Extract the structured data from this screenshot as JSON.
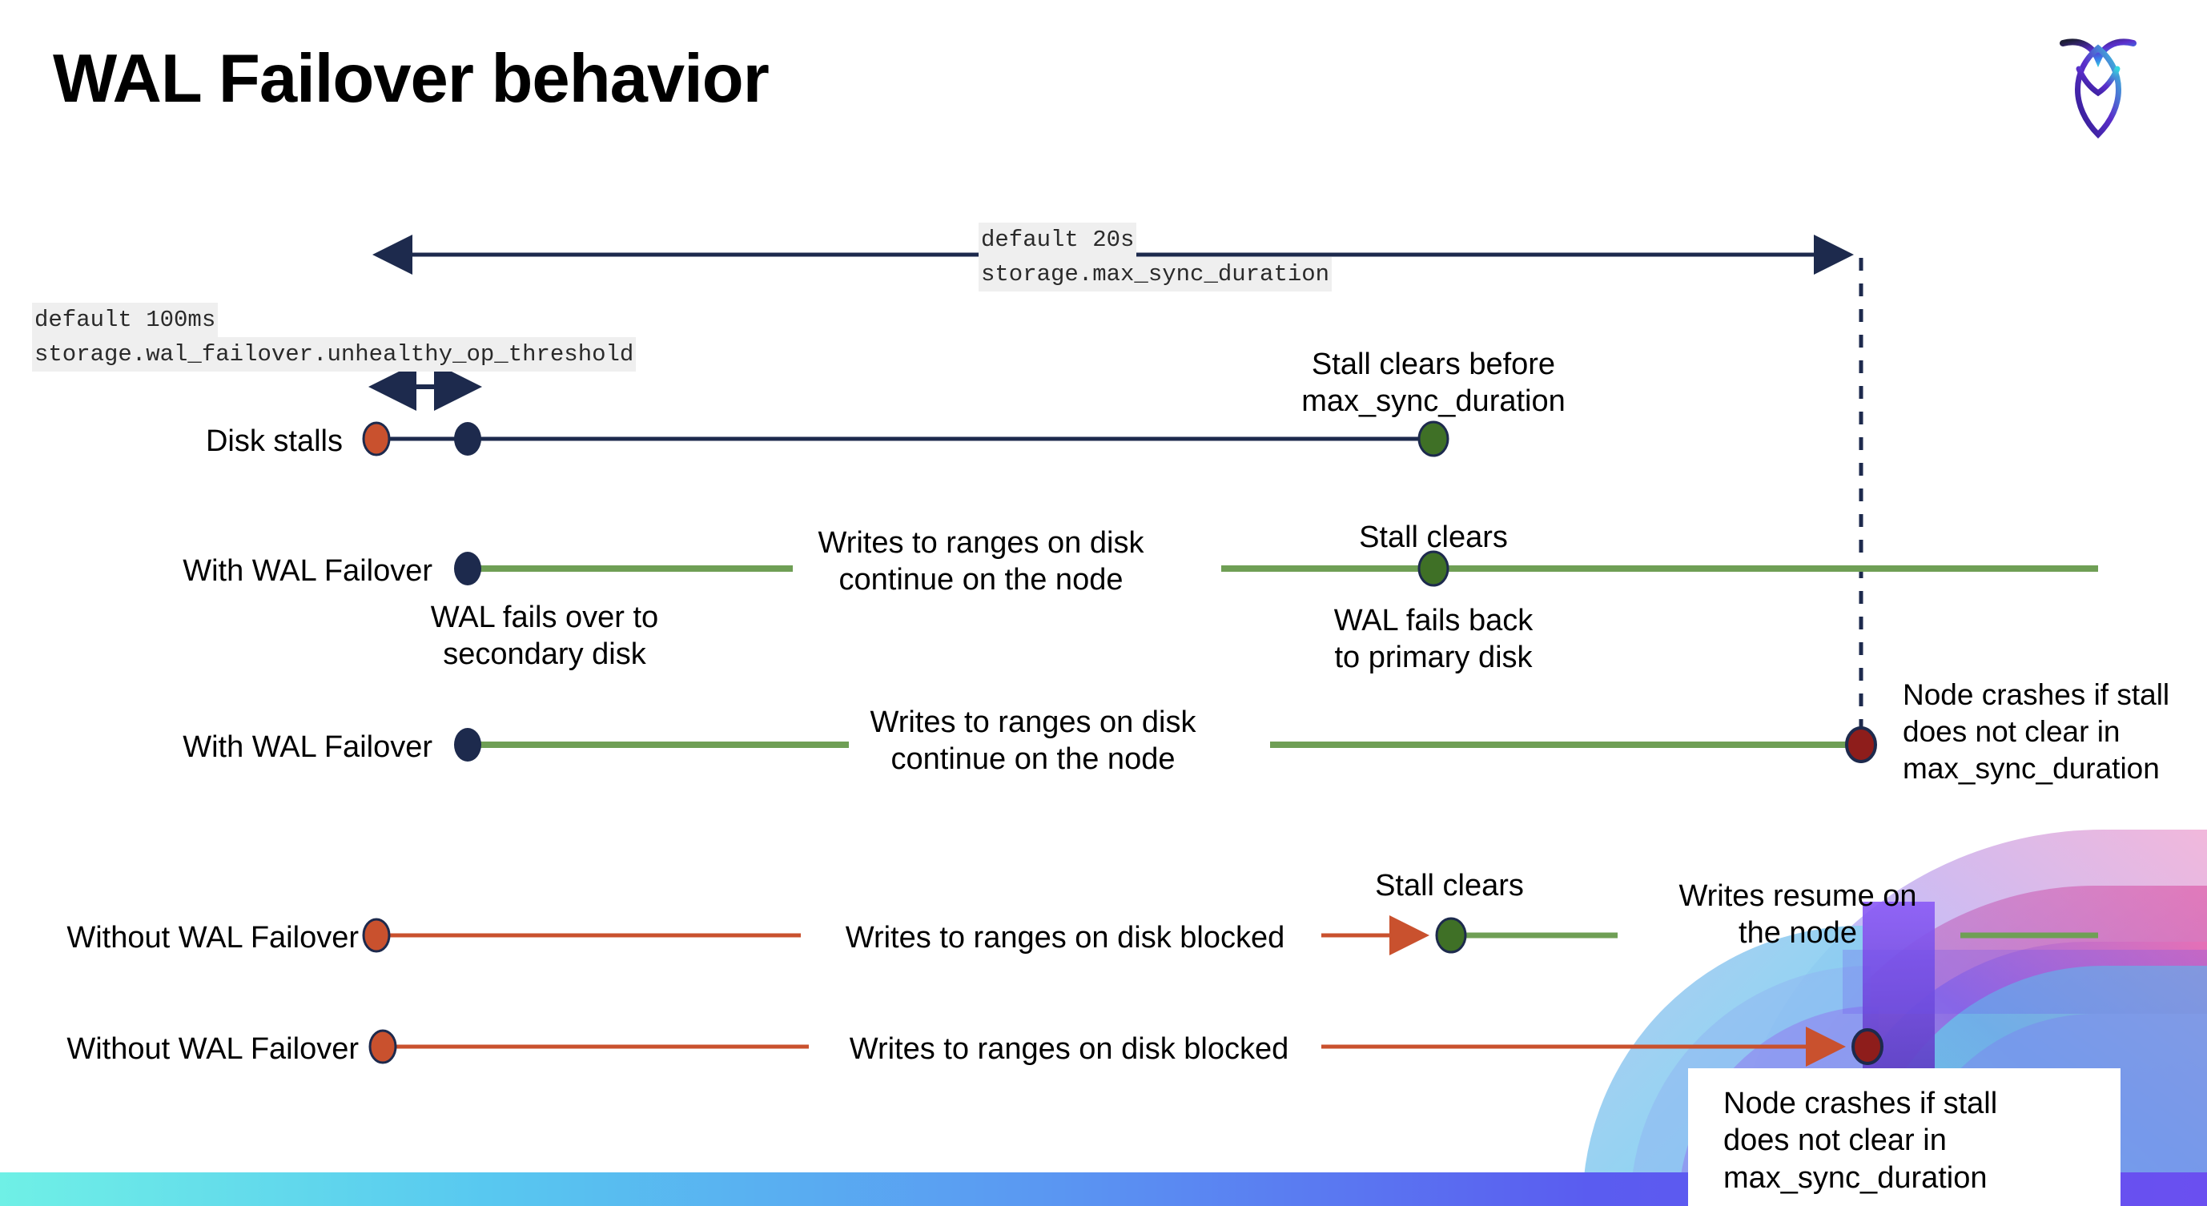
{
  "slide": {
    "title": "WAL Failover behavior",
    "logo_icon": "cockroach-labs-logo"
  },
  "colors": {
    "navy": "#1d2a4d",
    "green": "#6f9f55",
    "orange": "#c9512e",
    "dark_red": "#8e1d1b",
    "dark_green": "#3f7026",
    "code_bg": "#efefef",
    "bottom_bar_start": "#6ff0e6",
    "bottom_bar_end": "#6a4ff0"
  },
  "annotations": {
    "max_sync": {
      "default": "default 20s",
      "setting": "storage.max_sync_duration"
    },
    "unhealthy_threshold": {
      "default": "default 100ms",
      "setting": "storage.wal_failover.unhealthy_op_threshold"
    }
  },
  "rows": [
    {
      "id": "disk-stalls",
      "label": "Disk stalls",
      "notes": [
        "Stall clears before\nmax_sync_duration"
      ]
    },
    {
      "id": "with-wal-failover-clears",
      "label": "With WAL Failover",
      "notes": [
        "Writes to ranges on disk\ncontinue on the node",
        "Stall clears",
        "WAL fails over to\nsecondary disk",
        "WAL fails  back\nto primary disk"
      ]
    },
    {
      "id": "with-wal-failover-crash",
      "label": "With WAL Failover",
      "notes": [
        "Writes to ranges on disk\ncontinue on the node",
        "Node crashes if stall\ndoes not clear in\nmax_sync_duration"
      ]
    },
    {
      "id": "without-wal-failover-clears",
      "label": "Without WAL Failover",
      "notes": [
        "Writes to ranges on disk  blocked",
        "Stall clears",
        "Writes resume on\nthe node"
      ]
    },
    {
      "id": "without-wal-failover-crash",
      "label": "Without WAL Failover",
      "notes": [
        "Writes to ranges on disk  blocked",
        "Node crashes if stall\ndoes not clear in\nmax_sync_duration"
      ]
    }
  ],
  "markers": {
    "stall_start": "orange-dot",
    "failover": "navy-dot",
    "stall_clear": "green-dot",
    "node_crash": "dark-red-dot"
  }
}
